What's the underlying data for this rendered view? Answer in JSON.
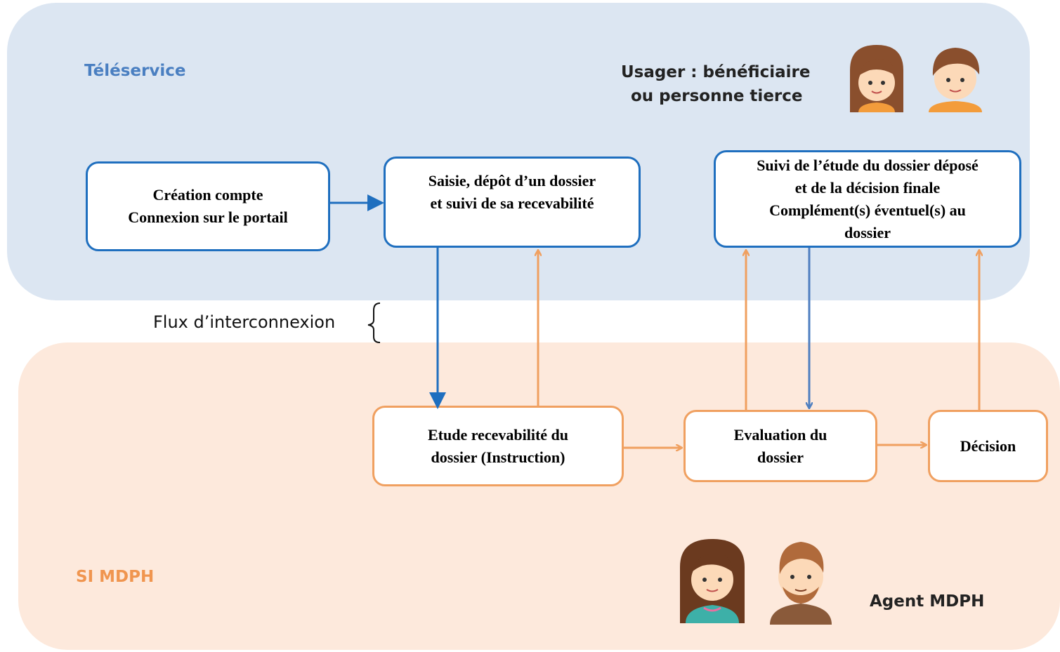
{
  "zones": {
    "teleservice": {
      "label": "Téléservice",
      "color": "#4a7fc1"
    },
    "si_mdph": {
      "label": "SI MDPH",
      "color": "#f0954f"
    }
  },
  "actors": {
    "usager": {
      "line1": "Usager : bénéficiaire",
      "line2": "ou personne tierce"
    },
    "agent": {
      "label": "Agent MDPH"
    }
  },
  "boxes": {
    "creation": {
      "line1": "Création compte",
      "line2": "Connexion sur le portail"
    },
    "saisie": {
      "line1": "Saisie, dépôt d’un dossier",
      "line2": "et suivi de sa recevabilité"
    },
    "suivi": {
      "line1": "Suivi de l’étude du dossier déposé",
      "line2": "et de la décision finale",
      "line3": "Complément(s) éventuel(s) au",
      "line4": "dossier"
    },
    "etude": {
      "line1": "Etude recevabilité du",
      "line2": "dossier (Instruction)"
    },
    "evaluation": {
      "line1": "Evaluation du",
      "line2": "dossier"
    },
    "decision": {
      "line1": "Décision"
    }
  },
  "flux_label": "Flux d’interconnexion",
  "colors": {
    "blue_arrow": "#1f6fbf",
    "orange_arrow": "#f0a060",
    "steel_arrow": "#4f7fc0"
  }
}
